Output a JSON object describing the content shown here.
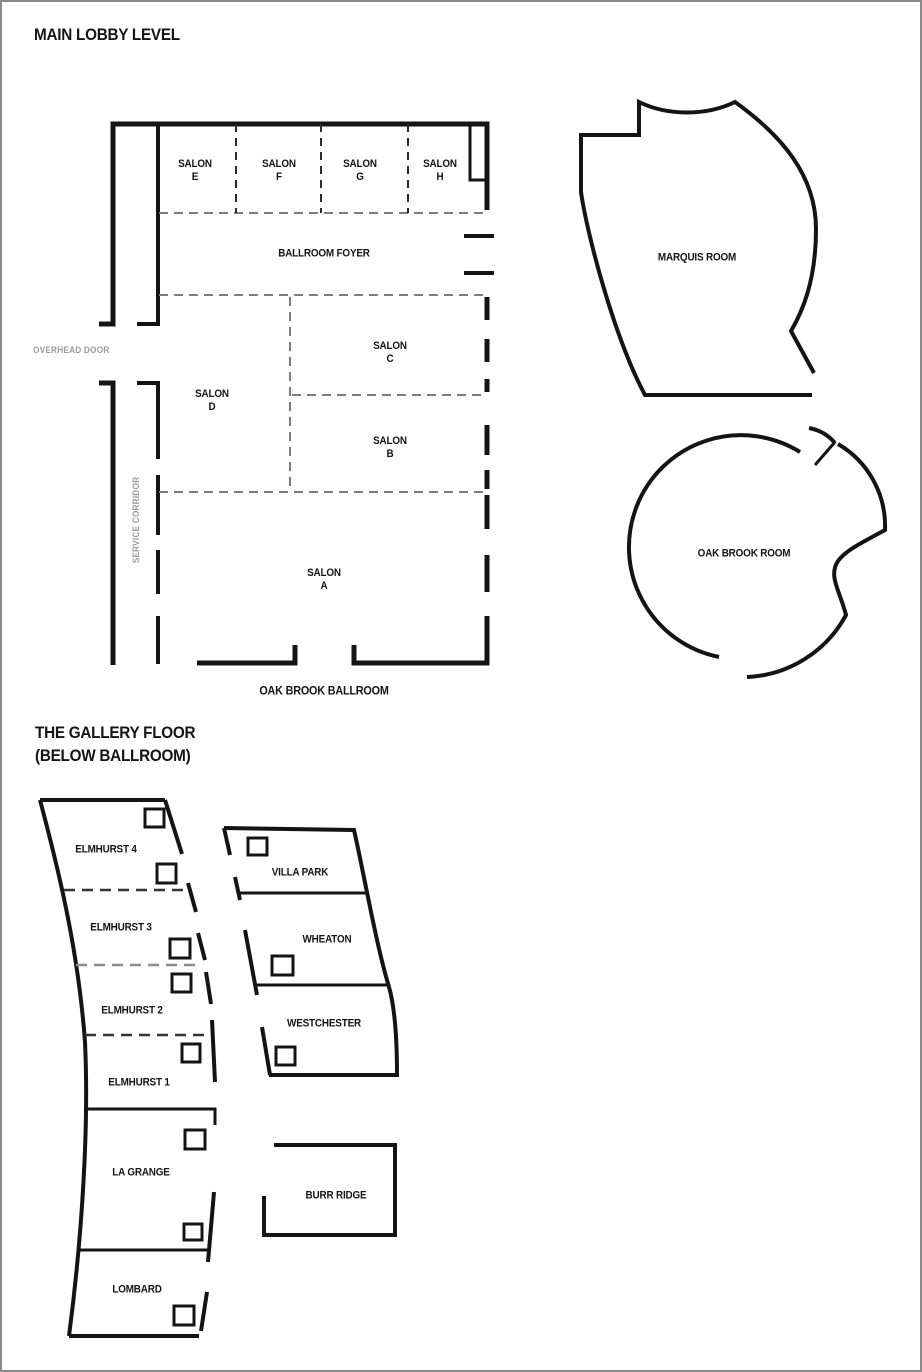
{
  "colors": {
    "wall": "#141414",
    "dashed": "#7d7d7d",
    "gray_label": "#9b9b9b"
  },
  "main_lobby": {
    "title": "MAIN LOBBY LEVEL",
    "salon_e": {
      "l1": "SALON",
      "l2": "E"
    },
    "salon_f": {
      "l1": "SALON",
      "l2": "F"
    },
    "salon_g": {
      "l1": "SALON",
      "l2": "G"
    },
    "salon_h": {
      "l1": "SALON",
      "l2": "H"
    },
    "ballroom_foyer": "BALLROOM FOYER",
    "salon_c": {
      "l1": "SALON",
      "l2": "C"
    },
    "salon_d": {
      "l1": "SALON",
      "l2": "D"
    },
    "salon_b": {
      "l1": "SALON",
      "l2": "B"
    },
    "salon_a": {
      "l1": "SALON",
      "l2": "A"
    },
    "oak_brook_ballroom": "OAK BROOK BALLROOM",
    "marquis_room": "MARQUIS ROOM",
    "oak_brook_room": "OAK BROOK ROOM",
    "overhead_door": "OVERHEAD DOOR",
    "service_corridor": "SERVICE CORRIDOR"
  },
  "gallery": {
    "title_line1": "THE GALLERY FLOOR",
    "title_line2": "(BELOW BALLROOM)",
    "rooms": {
      "elmhurst_4": "ELMHURST 4",
      "elmhurst_3": "ELMHURST 3",
      "elmhurst_2": "ELMHURST 2",
      "elmhurst_1": "ELMHURST 1",
      "la_grange": "LA GRANGE",
      "lombard": "LOMBARD",
      "villa_park": "VILLA PARK",
      "wheaton": "WHEATON",
      "westchester": "WESTCHESTER",
      "burr_ridge": "BURR RIDGE"
    }
  }
}
